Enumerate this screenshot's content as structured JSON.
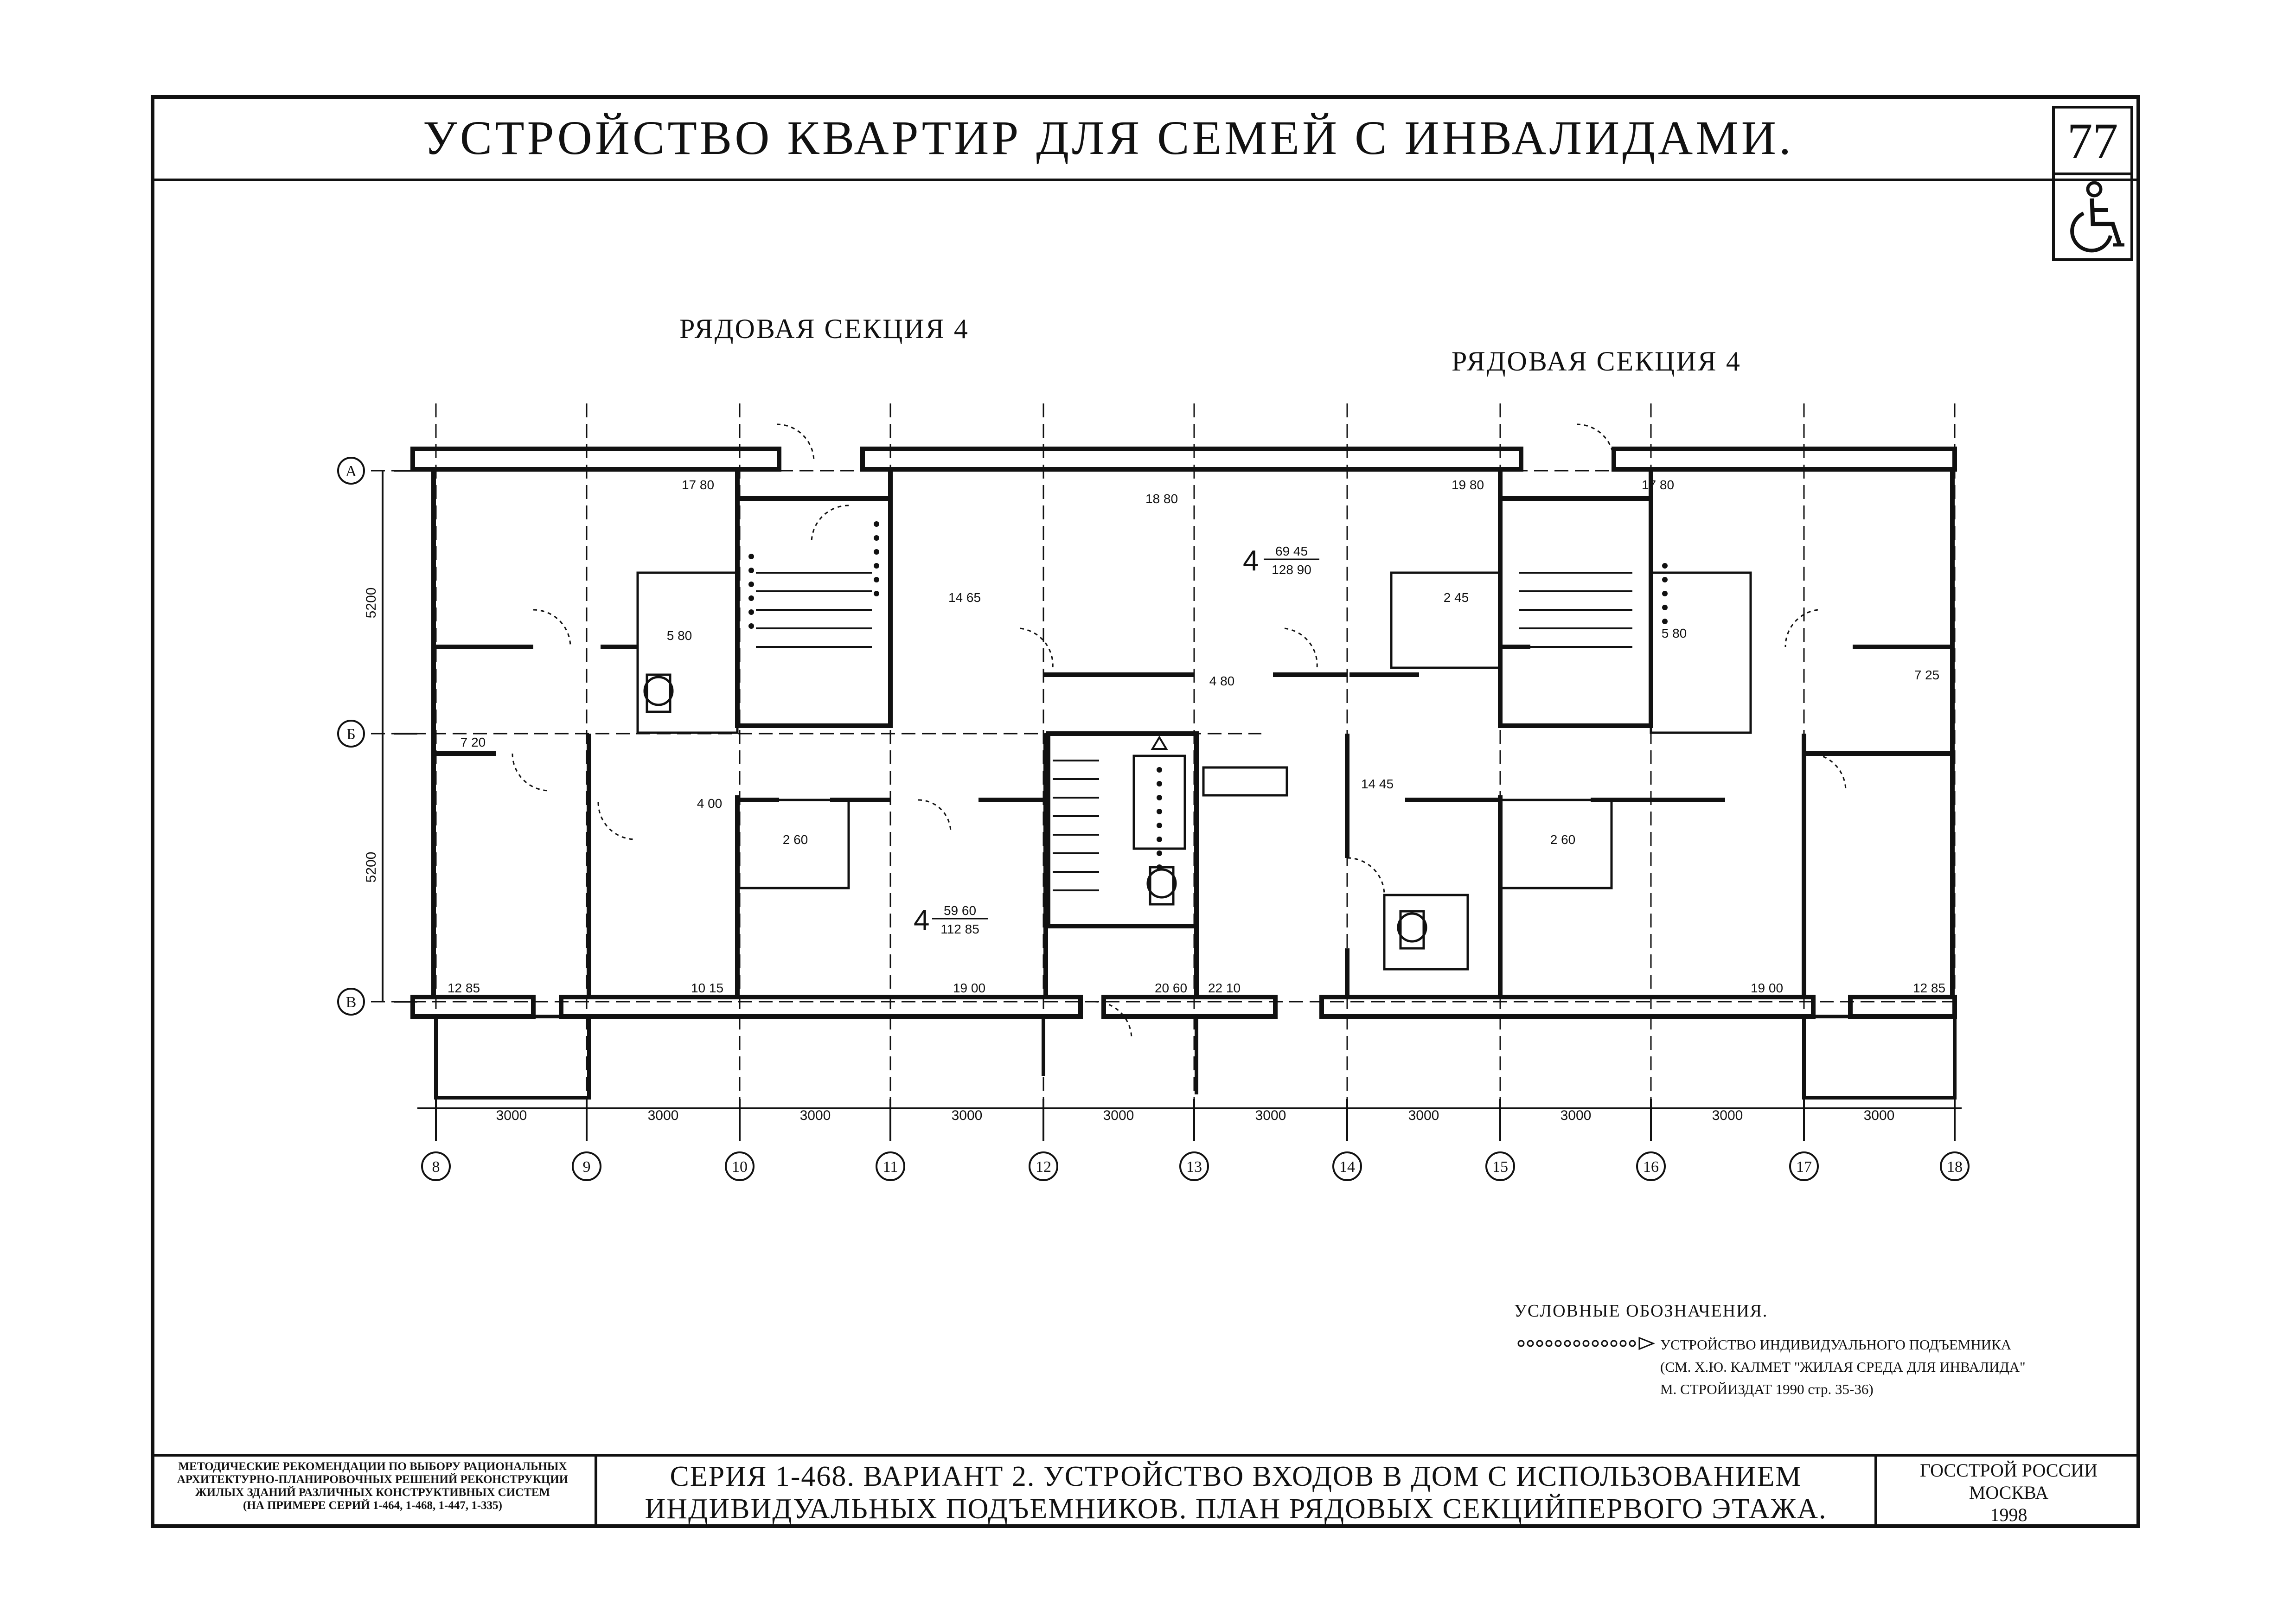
{
  "header": {
    "title": "УСТРОЙСТВО КВАРТИР ДЛЯ СЕМЕЙ С ИНВАЛИДАМИ.",
    "sheet_number": "77",
    "sheet_icon": "wheelchair-icon"
  },
  "sections": {
    "left_label": "РЯДОВАЯ СЕКЦИЯ 4",
    "right_label": "РЯДОВАЯ СЕКЦИЯ 4"
  },
  "plan": {
    "row_axes": [
      "А",
      "Б",
      "В"
    ],
    "column_axes": [
      "8",
      "9",
      "10",
      "11",
      "12",
      "13",
      "14",
      "15",
      "16",
      "17",
      "18"
    ],
    "vertical_dims": [
      "5200",
      "5200"
    ],
    "horizontal_dims": [
      "3000",
      "3000",
      "3000",
      "3000",
      "3000",
      "3000",
      "3000",
      "3000",
      "3000",
      "3000"
    ],
    "room_areas": [
      "17 80",
      "18 80",
      "19 80",
      "17 80",
      "5 80",
      "14 65",
      "4 80",
      "2 45",
      "5 80",
      "7 25",
      "7 20",
      "4 00",
      "2 60",
      "14 45",
      "2 60",
      "12 85",
      "10 15",
      "19 00",
      "20 60",
      "22 10",
      "19 00",
      "12 85"
    ],
    "apartment_a": {
      "rooms": "4",
      "living": "69 45",
      "total": "128 90"
    },
    "apartment_b": {
      "rooms": "4",
      "living": "59 60",
      "total": "112 85"
    }
  },
  "legend": {
    "title": "УСЛОВНЫЕ ОБОЗНАЧЕНИЯ.",
    "line1": "УСТРОЙСТВО ИНДИВИДУАЛЬНОГО ПОДЪЕМНИКА",
    "line2": "(СМ. Х.Ю. КАЛМЕТ \"ЖИЛАЯ СРЕДА ДЛЯ ИНВАЛИДА\"",
    "line3": "М. СТРОЙИЗДАТ 1990 стр. 35-36)"
  },
  "stamp": {
    "left_line1": "МЕТОДИЧЕСКИЕ РЕКОМЕНДАЦИИ ПО ВЫБОРУ РАЦИОНАЛЬНЫХ",
    "left_line2": "АРХИТЕКТУРНО-ПЛАНИРОВОЧНЫХ РЕШЕНИЙ РЕКОНСТРУКЦИИ",
    "left_line3": "ЖИЛЫХ ЗДАНИЙ РАЗЛИЧНЫХ КОНСТРУКТИВНЫХ СИСТЕМ",
    "left_line4": "(НА ПРИМЕРЕ СЕРИЙ 1-464, 1-468, 1-447, 1-335)",
    "mid_line1": "СЕРИЯ 1-468. ВАРИАНТ 2. УСТРОЙСТВО ВХОДОВ В ДОМ С ИСПОЛЬЗОВАНИЕМ",
    "mid_line2": "ИНДИВИДУАЛЬНЫХ ПОДЪЕМНИКОВ. ПЛАН РЯДОВЫХ СЕКЦИЙПЕРВОГО ЭТАЖА.",
    "org_line1": "ГОССТРОЙ РОССИИ",
    "org_line2": "МОСКВА",
    "org_line3": "1998"
  }
}
